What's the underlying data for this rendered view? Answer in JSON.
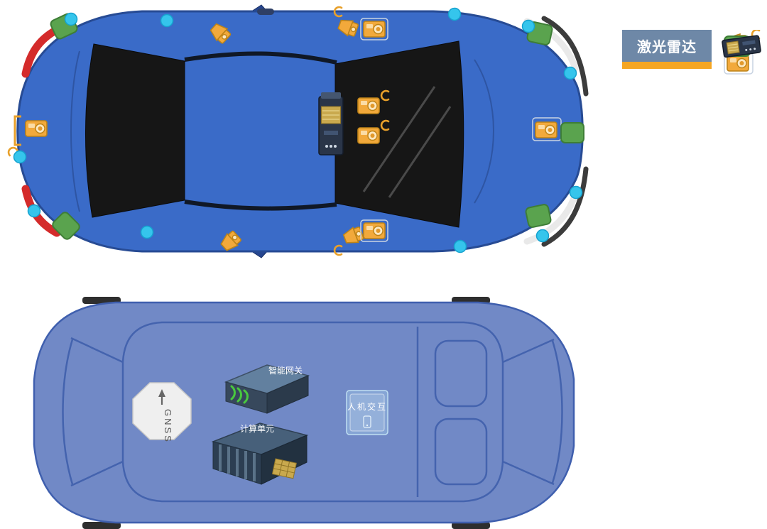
{
  "legend": {
    "items": [
      {
        "label": "相机",
        "color": "#F5A623",
        "icon": "camera-icon"
      },
      {
        "label": "毫米波雷达",
        "color": "#4D9E45",
        "icon": "mm-wave-radar-icon"
      },
      {
        "label": "超声雷达",
        "color": "#29ABE2",
        "icon": "ultrasonic-radar-icon"
      },
      {
        "label": "激光雷达",
        "color": "#6E88A7",
        "icon": "lidar-icon"
      }
    ]
  },
  "interior_components": {
    "gnss": "GNSS",
    "gateway": "智能网关",
    "compute": "计算单元",
    "hmi": "人机交互"
  },
  "colors": {
    "exterior_body": "#3A6BC8",
    "interior_body": "#7189C6",
    "camera_orange": "#F2A93B",
    "mm_radar_green": "#5AA34E",
    "ultrasonic_cyan": "#35C5EC",
    "lidar_dark": "#2A3548",
    "lidar_gold": "#C9A94E",
    "taillight_red": "#D42B2B"
  }
}
